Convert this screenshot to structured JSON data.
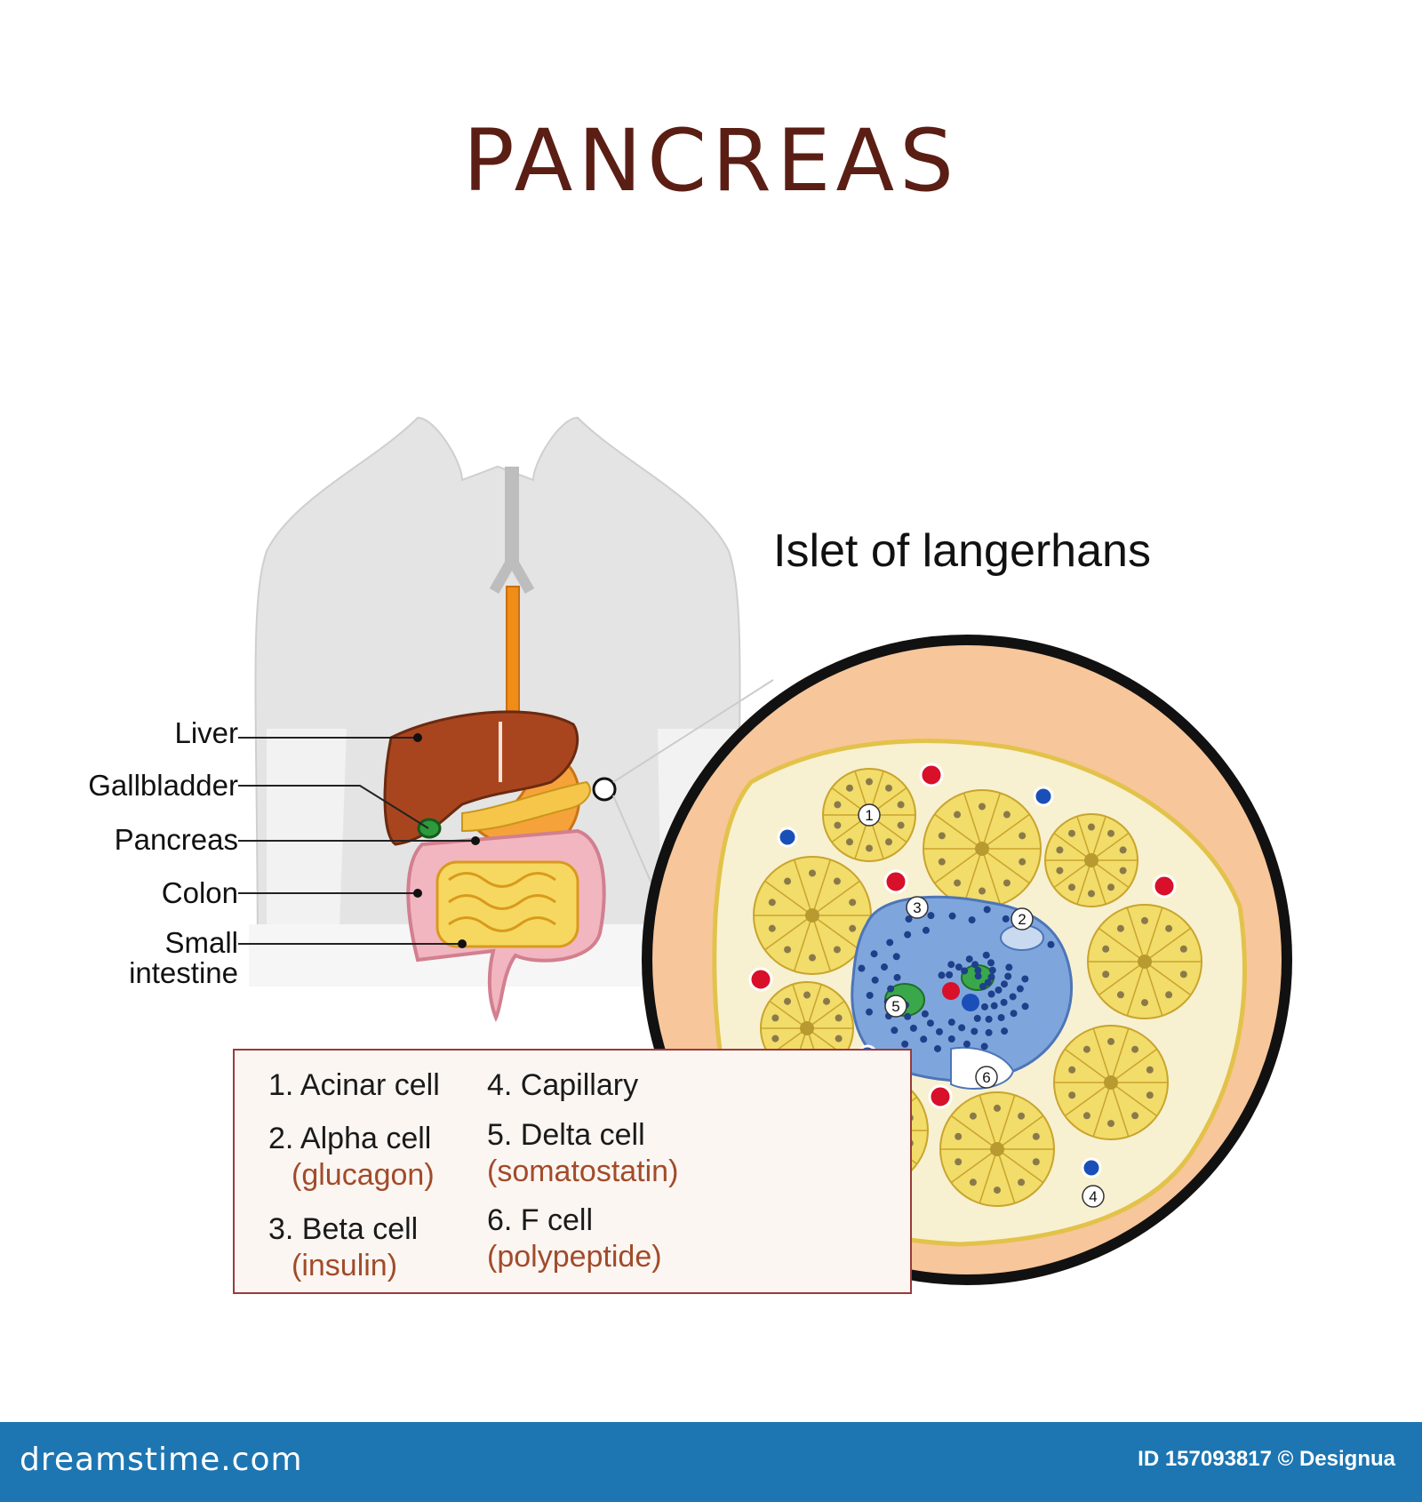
{
  "title": "PANCREAS",
  "islet_title": "Islet of langerhans",
  "organ_labels": {
    "liver": "Liver",
    "gallbladder": "Gallbladder",
    "pancreas": "Pancreas",
    "colon": "Colon",
    "small_intestine_line1": "Small",
    "small_intestine_line2": "intestine"
  },
  "legend": [
    {
      "label": "1. Acinar  cell"
    },
    {
      "label": "2. Alpha cell",
      "hormone": "(glucagon)"
    },
    {
      "label": "3. Beta cell",
      "hormone": "(insulin)"
    },
    {
      "label": "4. Capillary"
    },
    {
      "label": "5. Delta cell",
      "hormone": "(somatostatin)"
    },
    {
      "label": "6. F cell",
      "hormone": "(polypeptide)"
    }
  ],
  "diagram_markers": [
    "1",
    "2",
    "3",
    "4",
    "5",
    "6"
  ],
  "footer": {
    "brand": "dreamstime.com",
    "id_text": "ID 157093817 © Designua"
  },
  "colors": {
    "title": "#5a1e14",
    "hormone_text": "#a24b2a",
    "footer_bg": "#1d76b2",
    "acinar": "#f2dc6a",
    "beta_cell": "#7fa6dc",
    "alpha_cell": "#c9d9f0",
    "delta_cell": "#3aa84a",
    "capillary_red": "#d8102a",
    "capillary_blue": "#1b4fb8",
    "islet_background": "#f7c69a",
    "body_silhouette": "#e6e6e6"
  }
}
